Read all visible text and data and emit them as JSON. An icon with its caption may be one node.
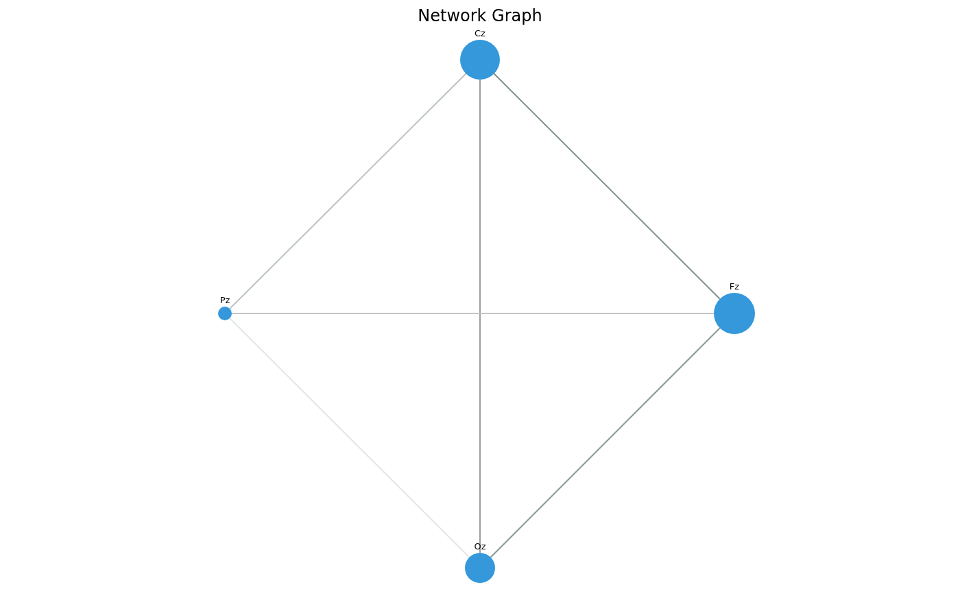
{
  "diagram": {
    "title": "Network Graph",
    "nodes": [
      {
        "text": [
          "Cz"
        ]
      },
      {
        "text": [
          "Fz"
        ]
      },
      {
        "text": [
          "Oz"
        ]
      },
      {
        "text": [
          "Pz"
        ]
      }
    ],
    "edges": [
      {
        "from": 0,
        "to": 3,
        "arrow": "none",
        "color": "#bdc3c3"
      },
      {
        "from": 0,
        "to": 2,
        "arrow": "none",
        "color": "#95a09f"
      },
      {
        "from": 0,
        "to": 1,
        "arrow": "none",
        "color": "#7f908d"
      },
      {
        "from": 3,
        "to": 1,
        "arrow": "none",
        "color": "#c3c6c5"
      },
      {
        "from": 3,
        "to": 2,
        "arrow": "none",
        "color": "#e3e6e6"
      },
      {
        "from": 1,
        "to": 2,
        "arrow": "none",
        "color": "#889894"
      }
    ]
  }
}
